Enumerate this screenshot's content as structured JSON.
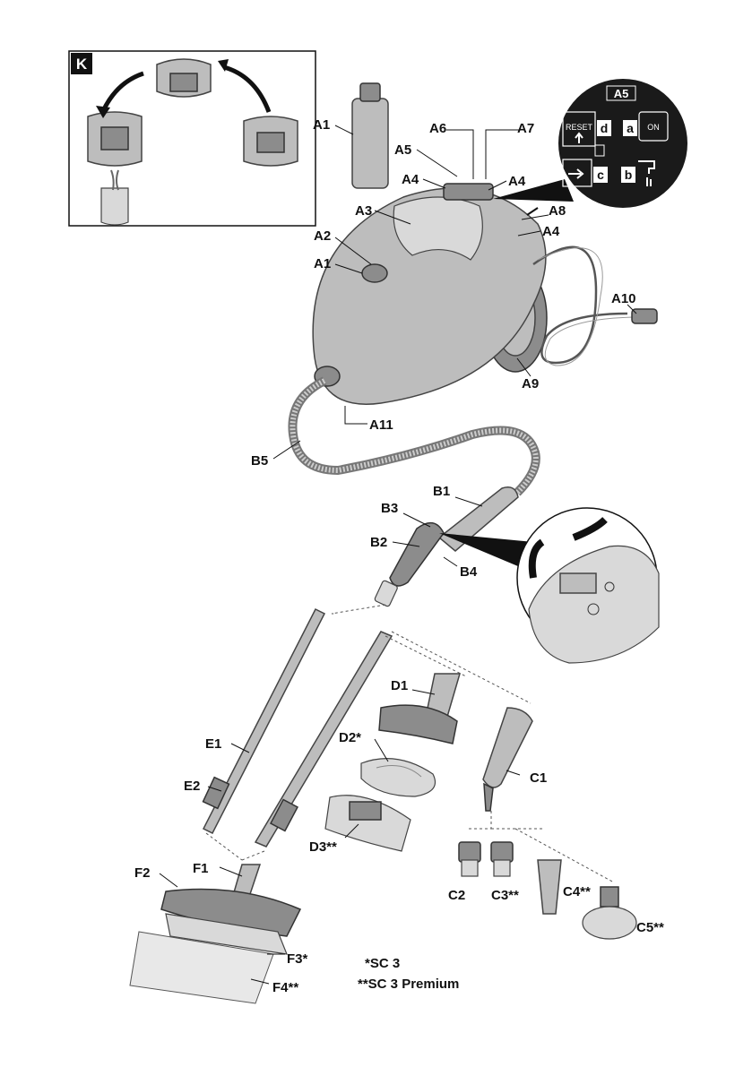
{
  "inset_k": {
    "label": "K"
  },
  "panel_a5": {
    "title": "A5",
    "reset_text": "RESET",
    "on_text": "ON",
    "key_a": "a",
    "key_b": "b",
    "key_c": "c",
    "key_d": "d"
  },
  "labels": {
    "A1_top": "A1",
    "A1": "A1",
    "A2": "A2",
    "A3": "A3",
    "A4_left": "A4",
    "A4_mid": "A4",
    "A4_right": "A4",
    "A5": "A5",
    "A6": "A6",
    "A7": "A7",
    "A8": "A8",
    "A9": "A9",
    "A10": "A10",
    "A11": "A11",
    "B1": "B1",
    "B2": "B2",
    "B3": "B3",
    "B4": "B4",
    "B5": "B5",
    "C1": "C1",
    "C2": "C2",
    "C3": "C3**",
    "C4": "C4**",
    "C5": "C5**",
    "D1": "D1",
    "D2": "D2*",
    "D3": "D3**",
    "E1": "E1",
    "E2": "E2",
    "F1": "F1",
    "F2": "F2",
    "F3": "F3*",
    "F4": "F4**"
  },
  "footnotes": {
    "sc3": "*SC 3",
    "sc3_premium": "**SC 3 Premium"
  }
}
